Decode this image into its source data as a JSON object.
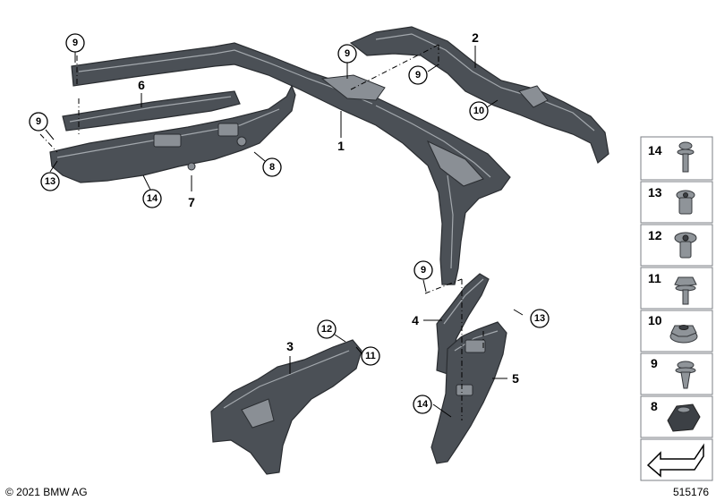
{
  "part_labels": [
    "1",
    "2",
    "3",
    "4",
    "5",
    "6",
    "7"
  ],
  "callouts": [
    "9",
    "9",
    "9",
    "9",
    "9",
    "10",
    "8",
    "13",
    "14",
    "12",
    "11",
    "13",
    "14"
  ],
  "legend": {
    "items": [
      {
        "num": "14",
        "icon": "screw-with-washer-icon"
      },
      {
        "num": "13",
        "icon": "expanding-nut-icon"
      },
      {
        "num": "12",
        "icon": "expanding-nut-icon"
      },
      {
        "num": "11",
        "icon": "hex-flange-screw-icon"
      },
      {
        "num": "10",
        "icon": "hex-flange-nut-icon"
      },
      {
        "num": "9",
        "icon": "clip-icon"
      },
      {
        "num": "8",
        "icon": "plug-icon"
      }
    ]
  },
  "copyright": "© 2021 BMW AG",
  "diagram_number": "515176"
}
